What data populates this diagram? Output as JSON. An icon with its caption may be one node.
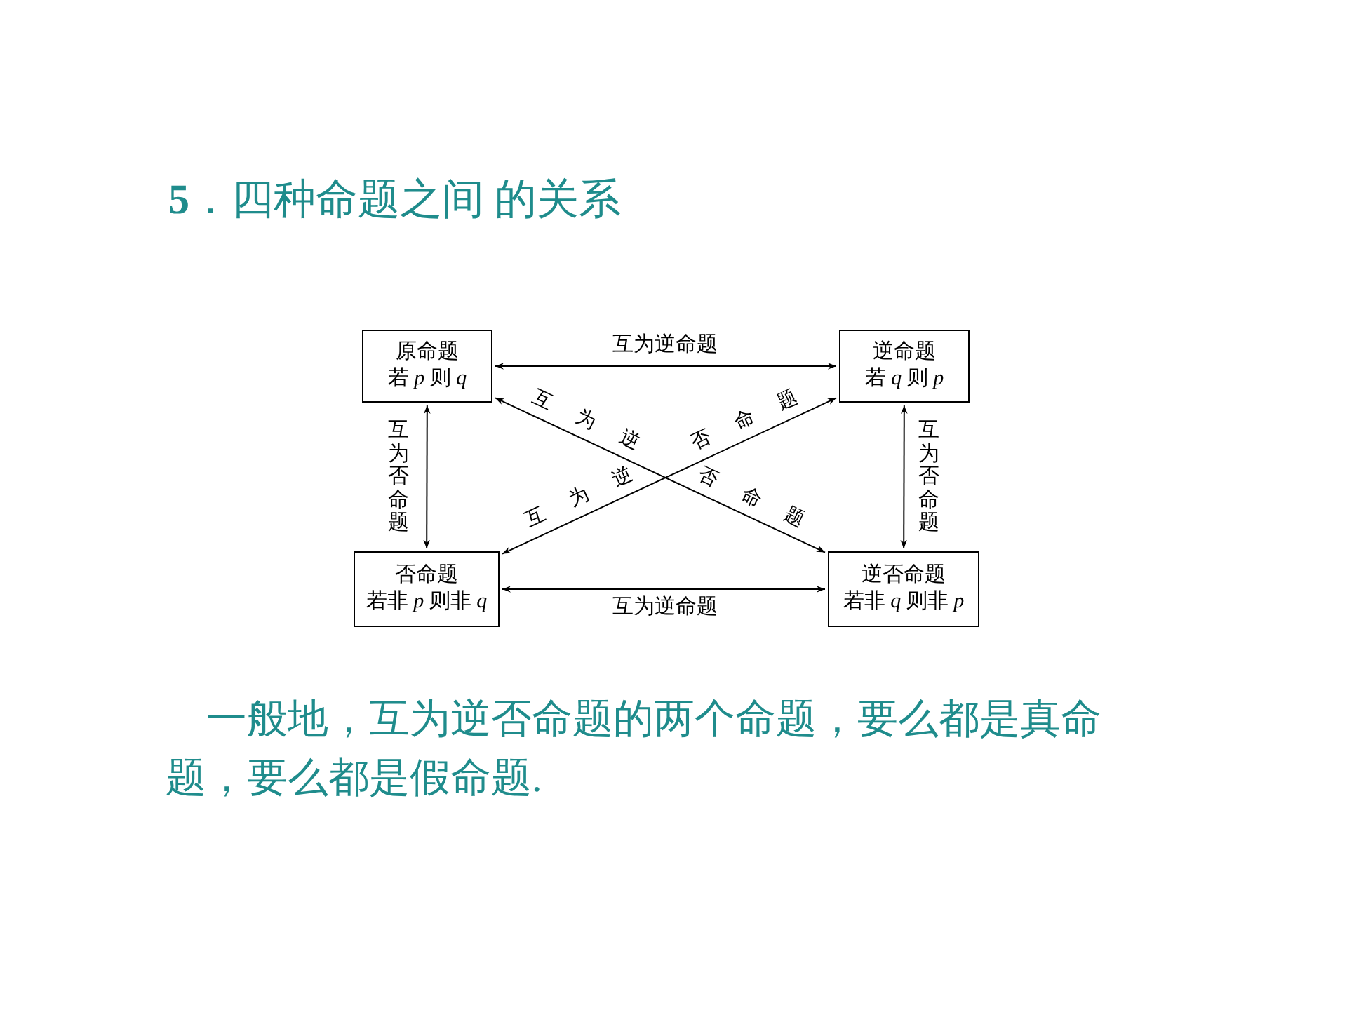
{
  "diagram": {
    "title": "**5**．四种命题之间 的关系",
    "caption": "一般地，互为逆否命题的两个命题，要么都是真命题，要么都是假命题.",
    "nodes": [
      {
        "text": [
          "原命题",
          "若 *p* 则 *q*"
        ]
      },
      {
        "text": [
          "逆命题",
          "若 *q* 则 *p*"
        ]
      },
      {
        "text": [
          "否命题",
          "若非 *p* 则非 *q*"
        ]
      },
      {
        "text": [
          "逆否命题",
          "若非 *q* 则非 *p*"
        ]
      }
    ],
    "edges": [
      {
        "from": 0,
        "to": 1,
        "arrow": "both",
        "label": "互为逆命题"
      },
      {
        "from": 0,
        "to": 2,
        "arrow": "both",
        "label": "互为否命题"
      },
      {
        "from": 1,
        "to": 3,
        "arrow": "both",
        "label": "互为否命题"
      },
      {
        "from": 2,
        "to": 3,
        "arrow": "both",
        "label": "互为逆命题"
      },
      {
        "from": 0,
        "to": 3,
        "arrow": "both",
        "label": "互为逆否命题"
      },
      {
        "from": 2,
        "to": 1,
        "arrow": "both",
        "label": "互为逆否命题"
      }
    ]
  }
}
